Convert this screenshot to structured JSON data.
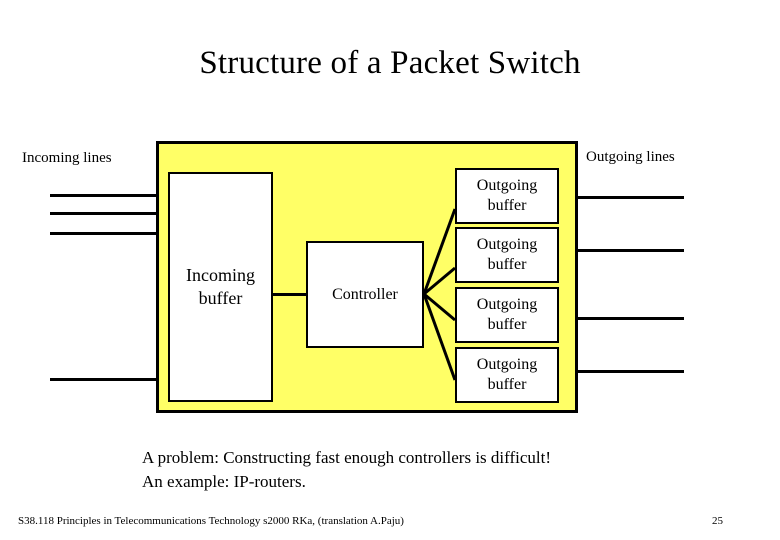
{
  "slide": {
    "title": "Structure of a Packet Switch",
    "background_color": "#ffffff",
    "chassis_color": "#ffff66",
    "line_color": "#000000",
    "page_number": "25"
  },
  "diagram": {
    "incoming_lines_label": "Incoming lines",
    "outgoing_lines_label": "Outgoing lines",
    "incoming_buffer": {
      "line1": "Incoming",
      "line2": "buffer"
    },
    "controller": {
      "label": "Controller"
    },
    "outgoing_buffers": [
      {
        "line1": "Outgoing",
        "line2": "buffer"
      },
      {
        "line1": "Outgoing",
        "line2": "buffer"
      },
      {
        "line1": "Outgoing",
        "line2": "buffer"
      },
      {
        "line1": "Outgoing",
        "line2": "buffer"
      }
    ],
    "incoming_wire_count": 4,
    "outgoing_wire_count": 4
  },
  "notes": {
    "line1": "A problem: Constructing fast enough controllers is difficult!",
    "line2": "An example: IP-routers."
  },
  "footer": {
    "course_text": "S38.118 Principles in Telecommunications Technology s2000 RKa, (translation A.Paju)",
    "page": "25"
  }
}
